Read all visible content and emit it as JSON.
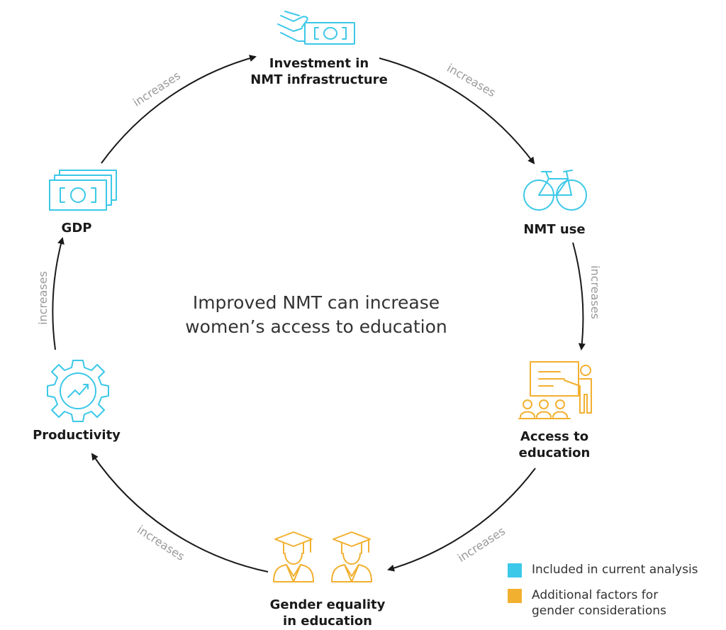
{
  "colors": {
    "included": "#3cc8e8",
    "additional": "#f2b030",
    "arrow": "#1a1a1a",
    "edge_label": "#9a9a9a"
  },
  "center_text": {
    "line1": "Improved NMT can increase",
    "line2": "women’s access to education"
  },
  "nodes": [
    {
      "id": "investment",
      "line1": "Investment in",
      "line2": "NMT infrastructure",
      "icon": "hand-money-icon",
      "category": "included"
    },
    {
      "id": "nmt-use",
      "line1": "NMT use",
      "line2": "",
      "icon": "bicycle-icon",
      "category": "included"
    },
    {
      "id": "access",
      "line1": "Access to",
      "line2": "education",
      "icon": "teacher-classroom-icon",
      "category": "additional"
    },
    {
      "id": "gender",
      "line1": "Gender equality",
      "line2": "in education",
      "icon": "graduates-icon",
      "category": "additional"
    },
    {
      "id": "productivity",
      "line1": "Productivity",
      "line2": "",
      "icon": "gear-growth-icon",
      "category": "included"
    },
    {
      "id": "gdp",
      "line1": "GDP",
      "line2": "",
      "icon": "banknotes-icon",
      "category": "included"
    }
  ],
  "edges": [
    {
      "from": "investment",
      "to": "nmt-use",
      "label": "increases"
    },
    {
      "from": "nmt-use",
      "to": "access",
      "label": "increases"
    },
    {
      "from": "access",
      "to": "gender",
      "label": "increases"
    },
    {
      "from": "gender",
      "to": "productivity",
      "label": "increases"
    },
    {
      "from": "productivity",
      "to": "gdp",
      "label": "increases"
    },
    {
      "from": "gdp",
      "to": "investment",
      "label": "increases"
    }
  ],
  "legend": [
    {
      "label": "Included in current analysis",
      "color": "#3cc8e8"
    },
    {
      "label": "Additional factors for\ngender considerations",
      "color": "#f2b030"
    }
  ]
}
